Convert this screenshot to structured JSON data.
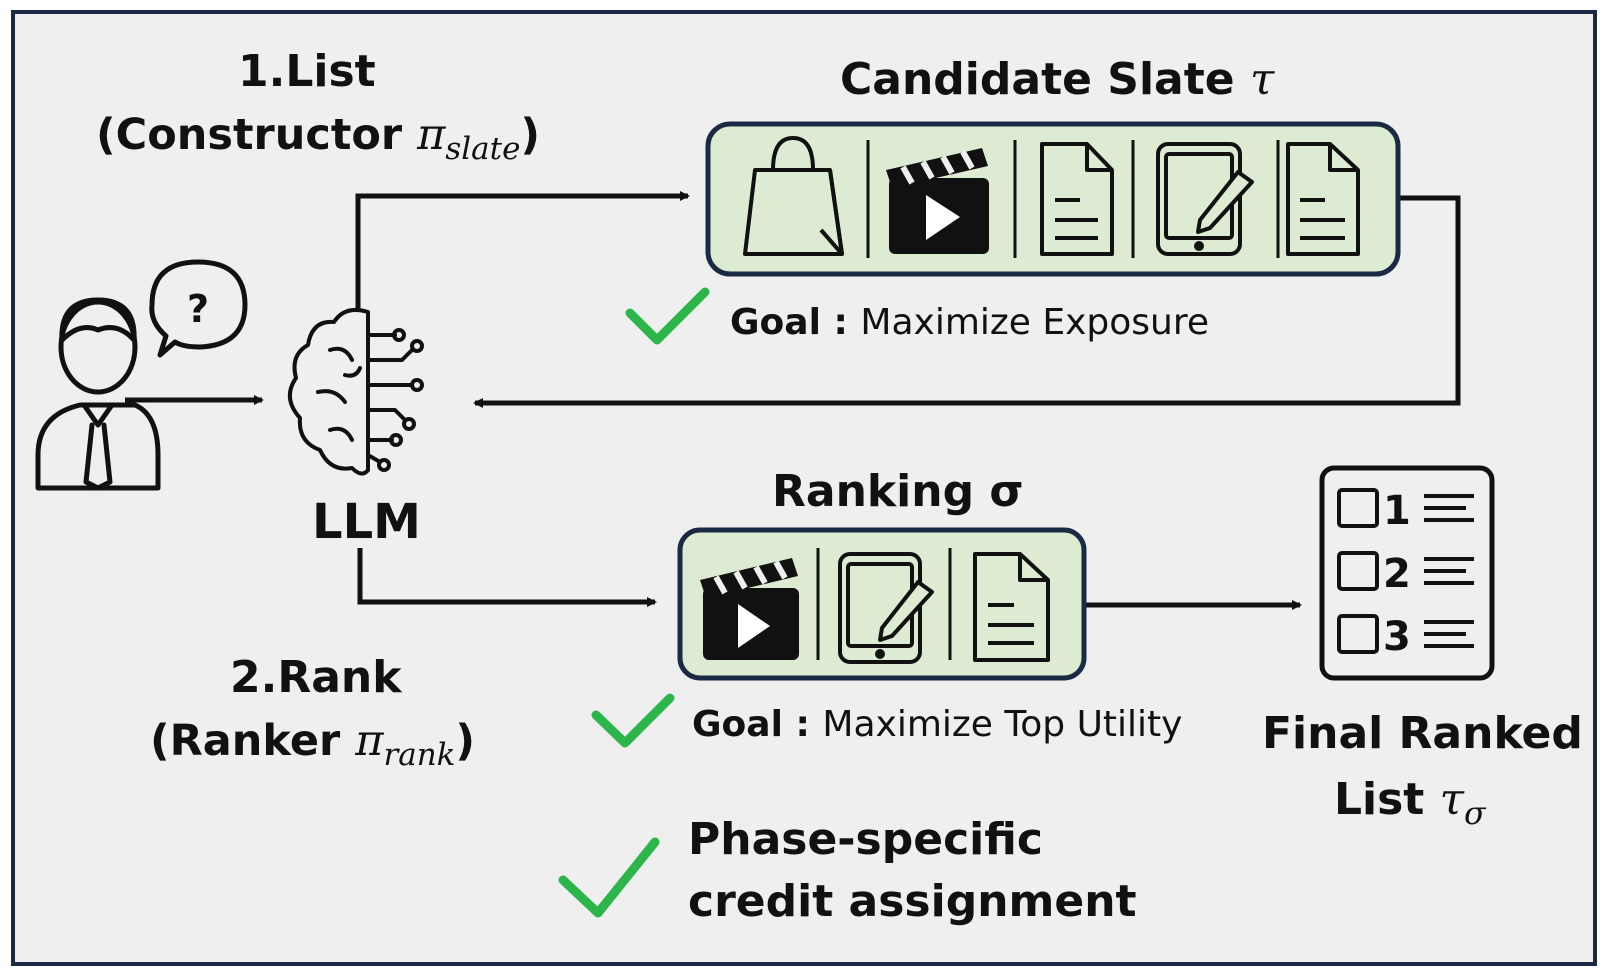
{
  "phase1": {
    "title": "1.List",
    "paren_open": "(",
    "name": "Constructor",
    "symbol": "π",
    "subscript": "slate",
    "paren_close": ")"
  },
  "phase2": {
    "title": "2.Rank",
    "paren_open": "(",
    "name": "Ranker",
    "symbol": "π",
    "subscript": "rank",
    "paren_close": ")"
  },
  "candidate_slate": {
    "label": "Candidate Slate",
    "symbol": "τ",
    "items": [
      "shopping-bag-icon",
      "clapperboard-icon",
      "document-icon",
      "tablet-edit-icon",
      "document-icon"
    ]
  },
  "ranking": {
    "label": "Ranking",
    "symbol": "σ",
    "items": [
      "clapperboard-icon",
      "tablet-edit-icon",
      "document-icon"
    ]
  },
  "goal1": {
    "prefix": "Goal :",
    "text": "Maximize Exposure"
  },
  "goal2": {
    "prefix": "Goal :",
    "text": "Maximize Top Utility"
  },
  "credit": {
    "line1": "Phase-specific",
    "line2": "credit assignment"
  },
  "llm_label": "LLM",
  "user_bubble": "?",
  "final_list": {
    "line1": "Final Ranked",
    "line2": "List",
    "symbol": "τ",
    "subscript": "σ",
    "ranks": [
      "1",
      "2",
      "3"
    ]
  },
  "colors": {
    "border": "#1a2a44",
    "background": "#efefef",
    "slate_fill": "#dcebd2",
    "check": "#2cb54a",
    "ink": "#111111"
  }
}
